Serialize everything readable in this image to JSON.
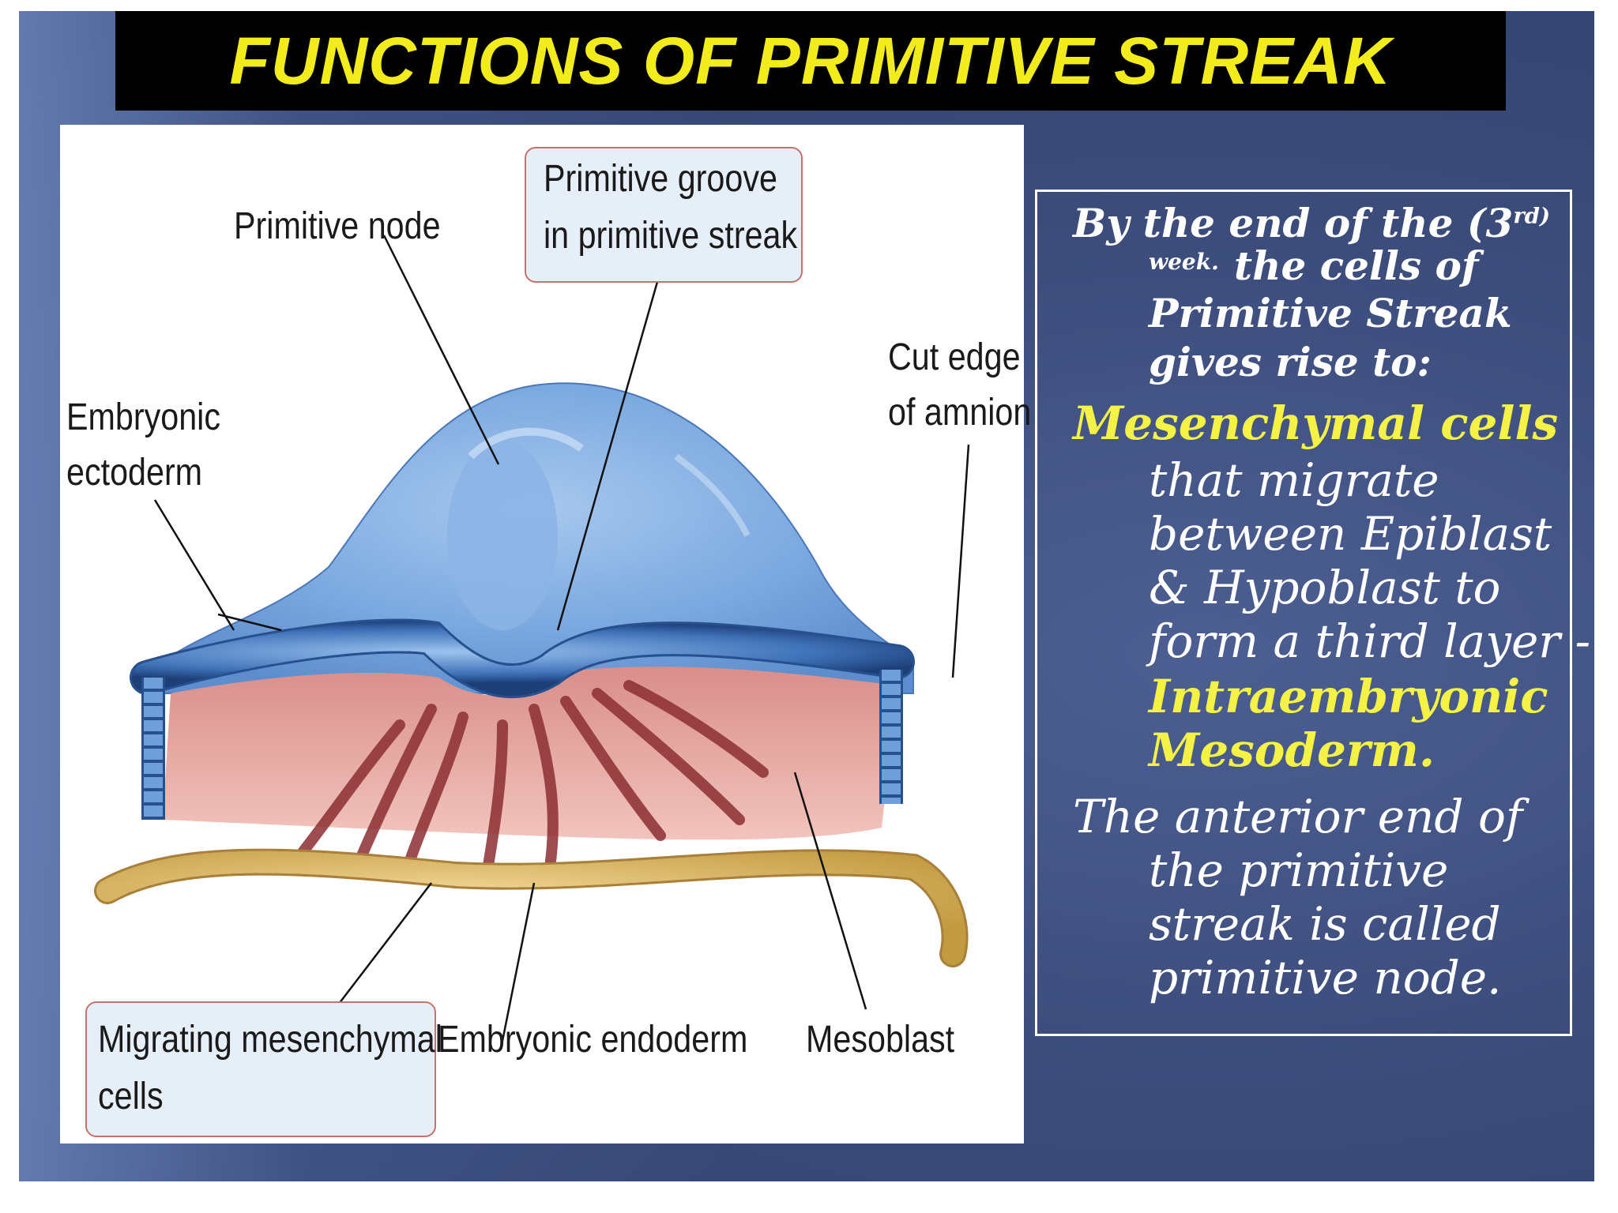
{
  "title": "FUNCTIONS OF PRIMITIVE STREAK",
  "figure": {
    "labels": {
      "primitive_node": "Primitive node",
      "primitive_groove_1": "Primitive groove",
      "primitive_groove_2": "in primitive streak",
      "embryonic_ectoderm_1": "Embryonic",
      "embryonic_ectoderm_2": "ectoderm",
      "cut_edge_1": "Cut edge",
      "cut_edge_2": "of amnion",
      "migrating_1": "Migrating mesenchymal",
      "migrating_2": "cells",
      "endoderm": "Embryonic endoderm",
      "mesoblast": "Mesoblast"
    }
  },
  "text_panel": {
    "intro_1": "By the end of the (3",
    "intro_sup": "rd)",
    "intro_2": "week.",
    "intro_3": "the cells of",
    "intro_4": "Primitive Streak",
    "intro_5": "gives rise to:",
    "mesenchymal": "Mesenchymal cells",
    "line_1": "that migrate",
    "line_2": "between Epiblast",
    "line_3": "& Hypoblast to",
    "line_4": "form a third layer -",
    "intra_1": "Intraembryonic",
    "intra_2": "Mesoderm.",
    "anterior_1": "The anterior end of",
    "anterior_2": "the primitive",
    "anterior_3": "streak is called",
    "anterior_4": "primitive node."
  },
  "colors": {
    "title_yellow": "#f3ec1c",
    "highlight_yellow": "#f4f244",
    "slide_blue": "#3c4d7c",
    "ectoderm_blue": "#6f9fd8",
    "mesoderm_pink": "#e5a9a4",
    "endoderm_tan": "#d7b060"
  }
}
